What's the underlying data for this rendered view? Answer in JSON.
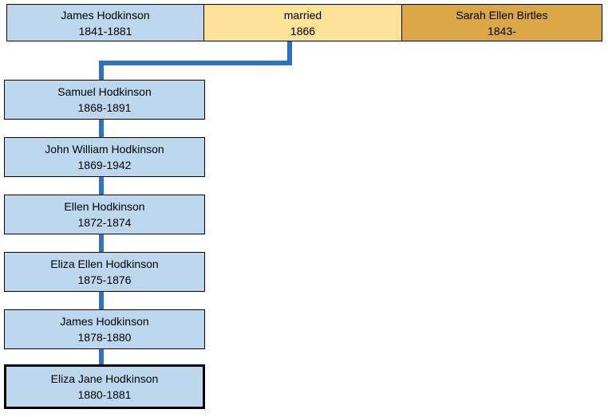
{
  "parents": {
    "father": {
      "name": "James Hodkinson",
      "dates": "1841-1881"
    },
    "marriage": {
      "label": "married",
      "year": "1866"
    },
    "mother": {
      "name": "Sarah Ellen Birtles",
      "dates": "1843-"
    }
  },
  "children": [
    {
      "name": "Samuel Hodkinson",
      "dates": "1868-1891"
    },
    {
      "name": "John William Hodkinson",
      "dates": "1869-1942"
    },
    {
      "name": "Ellen Hodkinson",
      "dates": "1872-1874"
    },
    {
      "name": "Eliza Ellen Hodkinson",
      "dates": "1875-1876"
    },
    {
      "name": "James Hodkinson",
      "dates": "1878-1880"
    },
    {
      "name": "Eliza Jane Hodkinson",
      "dates": "1880-1881",
      "highlighted": true
    }
  ],
  "colors": {
    "person_box_fill": "#BDD7EE",
    "marriage_box_fill": "#FBE298",
    "mother_box_fill": "#DBA646",
    "connector": "#2E73C1",
    "border": "#000000"
  }
}
